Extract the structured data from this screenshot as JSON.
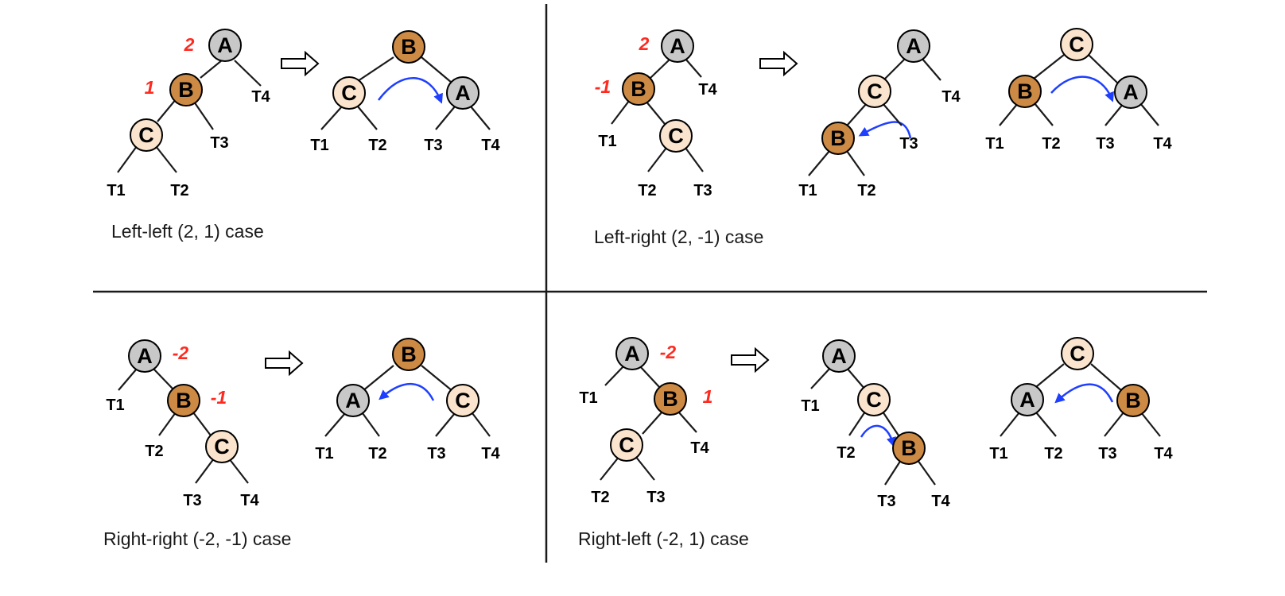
{
  "colors": {
    "A_fill": "#c8c8c8",
    "B_fill": "#cc8a45",
    "C_fill": "#fbe4cd",
    "node_stroke": "#000000",
    "edge": "#1a1a1a",
    "rotation_arrow": "#1f3fff",
    "balance_factor": "#ff2a1f"
  },
  "cases": [
    {
      "caption": "Left-left (2, 1) case",
      "stages": [
        {
          "nodes": [
            {
              "id": "A",
              "label": "A",
              "balance": "2"
            },
            {
              "id": "B",
              "label": "B",
              "balance": "1"
            },
            {
              "id": "C",
              "label": "C"
            }
          ],
          "leaves": [
            "T1",
            "T2",
            "T3",
            "T4"
          ]
        },
        {
          "nodes": [
            {
              "id": "B",
              "label": "B"
            },
            {
              "id": "C",
              "label": "C"
            },
            {
              "id": "A",
              "label": "A"
            }
          ],
          "leaves": [
            "T1",
            "T2",
            "T3",
            "T4"
          ],
          "rotation": "right"
        }
      ]
    },
    {
      "caption": "Left-right (2, -1) case",
      "stages": [
        {
          "nodes": [
            {
              "id": "A",
              "label": "A",
              "balance": "2"
            },
            {
              "id": "B",
              "label": "B",
              "balance": "-1"
            },
            {
              "id": "C",
              "label": "C"
            }
          ],
          "leaves": [
            "T1",
            "T2",
            "T3",
            "T4"
          ]
        },
        {
          "nodes": [
            {
              "id": "A",
              "label": "A"
            },
            {
              "id": "C",
              "label": "C"
            },
            {
              "id": "B",
              "label": "B"
            }
          ],
          "leaves": [
            "T1",
            "T2",
            "T3",
            "T4"
          ],
          "rotation": "left"
        },
        {
          "nodes": [
            {
              "id": "C",
              "label": "C"
            },
            {
              "id": "B",
              "label": "B"
            },
            {
              "id": "A",
              "label": "A"
            }
          ],
          "leaves": [
            "T1",
            "T2",
            "T3",
            "T4"
          ],
          "rotation": "right"
        }
      ]
    },
    {
      "caption": "Right-right (-2, -1) case",
      "stages": [
        {
          "nodes": [
            {
              "id": "A",
              "label": "A",
              "balance": "-2"
            },
            {
              "id": "B",
              "label": "B",
              "balance": "-1"
            },
            {
              "id": "C",
              "label": "C"
            }
          ],
          "leaves": [
            "T1",
            "T2",
            "T3",
            "T4"
          ]
        },
        {
          "nodes": [
            {
              "id": "B",
              "label": "B"
            },
            {
              "id": "A",
              "label": "A"
            },
            {
              "id": "C",
              "label": "C"
            }
          ],
          "leaves": [
            "T1",
            "T2",
            "T3",
            "T4"
          ],
          "rotation": "left"
        }
      ]
    },
    {
      "caption": "Right-left (-2, 1) case",
      "stages": [
        {
          "nodes": [
            {
              "id": "A",
              "label": "A",
              "balance": "-2"
            },
            {
              "id": "B",
              "label": "B",
              "balance": "1"
            },
            {
              "id": "C",
              "label": "C"
            }
          ],
          "leaves": [
            "T1",
            "T2",
            "T3",
            "T4"
          ]
        },
        {
          "nodes": [
            {
              "id": "A",
              "label": "A"
            },
            {
              "id": "C",
              "label": "C"
            },
            {
              "id": "B",
              "label": "B"
            }
          ],
          "leaves": [
            "T1",
            "T2",
            "T3",
            "T4"
          ],
          "rotation": "right"
        },
        {
          "nodes": [
            {
              "id": "C",
              "label": "C"
            },
            {
              "id": "A",
              "label": "A"
            },
            {
              "id": "B",
              "label": "B"
            }
          ],
          "leaves": [
            "T1",
            "T2",
            "T3",
            "T4"
          ],
          "rotation": "left"
        }
      ]
    }
  ]
}
